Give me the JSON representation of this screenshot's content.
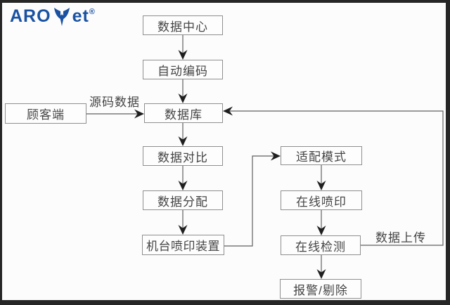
{
  "logo": {
    "part1": "ARO",
    "part2": "et",
    "registered": "®",
    "icon": "leaf-icon",
    "color": "#1a52a2"
  },
  "nodes": {
    "data_center": {
      "label": "数据中心"
    },
    "auto_encoding": {
      "label": "自动编码"
    },
    "database": {
      "label": "数据库"
    },
    "customer": {
      "label": "顾客端"
    },
    "data_compare": {
      "label": "数据对比"
    },
    "data_distribute": {
      "label": "数据分配"
    },
    "machine_print": {
      "label": "机台喷印装置"
    },
    "adapt_mode": {
      "label": "适配模式"
    },
    "online_print": {
      "label": "在线喷印"
    },
    "online_detect": {
      "label": "在线检测"
    },
    "alarm_reject": {
      "label": "报警/剔除"
    }
  },
  "edge_labels": {
    "source_code_data": "源码数据",
    "data_upload": "数据上传"
  },
  "edges": [
    {
      "from": "data_center",
      "to": "auto_encoding"
    },
    {
      "from": "auto_encoding",
      "to": "database"
    },
    {
      "from": "customer",
      "to": "database",
      "label": "源码数据"
    },
    {
      "from": "database",
      "to": "data_compare"
    },
    {
      "from": "data_compare",
      "to": "data_distribute"
    },
    {
      "from": "data_distribute",
      "to": "machine_print"
    },
    {
      "from": "machine_print",
      "to": "adapt_mode"
    },
    {
      "from": "adapt_mode",
      "to": "online_print"
    },
    {
      "from": "online_print",
      "to": "online_detect"
    },
    {
      "from": "online_detect",
      "to": "alarm_reject"
    },
    {
      "from": "online_detect",
      "to": "database",
      "label": "数据上传"
    }
  ],
  "colors": {
    "logo_blue": "#1a52a2",
    "background": "#fcfcfc",
    "frame": "#262626",
    "box_border": "#8f8f8f",
    "box_text": "#454545",
    "line": "#5f5f5f",
    "arrowhead": "#1f1f1f"
  }
}
